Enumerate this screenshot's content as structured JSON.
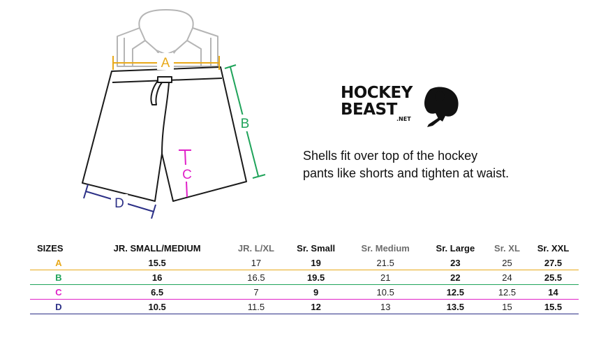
{
  "diagram": {
    "labels": {
      "a": "A",
      "b": "B",
      "c": "C",
      "d": "D"
    }
  },
  "logo": {
    "line1": "HOCKEY",
    "line2": "BEAST",
    "line3": ".NET"
  },
  "description": {
    "line1": "Shells fit over top of the hockey",
    "line2": "pants like shorts and tighten at waist."
  },
  "colors": {
    "a": "#e8a91a",
    "b": "#1fa35a",
    "c": "#e020c8",
    "d": "#2b2f86"
  },
  "table": {
    "columns": [
      "SIZES",
      "JR. SMALL/MEDIUM",
      "JR. L/XL",
      "Sr. Small",
      "Sr. Medium",
      "Sr. Large",
      "Sr. XL",
      "Sr. XXL"
    ],
    "rows": [
      {
        "label": "A",
        "values": [
          "15.5",
          "17",
          "19",
          "21.5",
          "23",
          "25",
          "27.5"
        ]
      },
      {
        "label": "B",
        "values": [
          "16",
          "16.5",
          "19.5",
          "21",
          "22",
          "24",
          "25.5"
        ]
      },
      {
        "label": "C",
        "values": [
          "6.5",
          "7",
          "9",
          "10.5",
          "12.5",
          "12.5",
          "14"
        ]
      },
      {
        "label": "D",
        "values": [
          "10.5",
          "11.5",
          "12",
          "13",
          "13.5",
          "15",
          "15.5"
        ]
      }
    ]
  }
}
